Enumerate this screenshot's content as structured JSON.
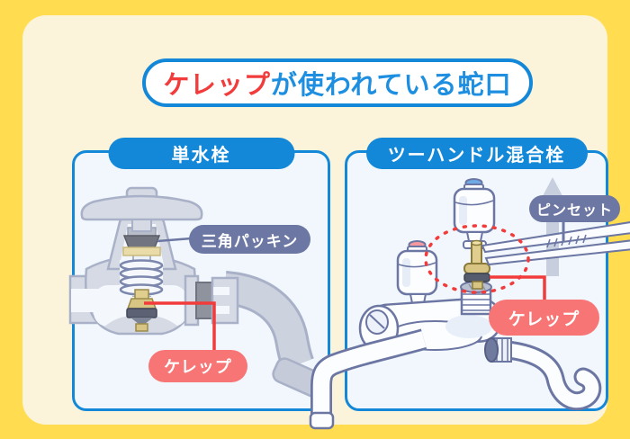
{
  "title": {
    "highlight": "ケレップ",
    "rest": "が使われている蛇口"
  },
  "panels": {
    "single": {
      "header": "単水栓",
      "labels": {
        "packing": "三角パッキン",
        "kerep": "ケレップ"
      }
    },
    "two_handle": {
      "header": "ツーハンドル混合栓",
      "labels": {
        "tweezers": "ピンセット",
        "kerep": "ケレップ"
      }
    }
  },
  "colors": {
    "background_yellow": "#FFDC50",
    "card_cream": "#FBF4DA",
    "accent_blue": "#1488D8",
    "title_text_blue": "#1E8FE0",
    "accent_red": "#F23B3B",
    "label_slate": "#6C77A3",
    "label_salmon": "#F87575",
    "panel_background": "#F1F7FC",
    "illustration_gray": "#D6DAE4",
    "illustration_outline": "#A9B1C8",
    "faucet_white_outline": "#6B76A3",
    "brass": "#D9C583",
    "washer_dark": "#5C6273",
    "hot_cap_pink": "#F598A0",
    "cold_cap_blue": "#6FA9E6"
  }
}
